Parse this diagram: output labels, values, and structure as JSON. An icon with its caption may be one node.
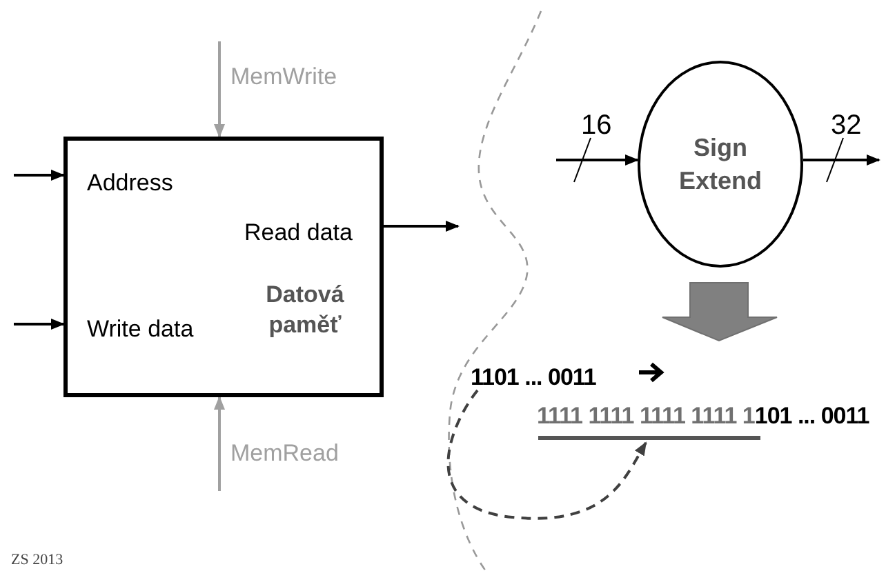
{
  "diagram": {
    "nodes": [
      {
        "text": [
          "Address",
          "Read data",
          "Write data",
          "Datová paměť"
        ]
      },
      {
        "text": [
          "Sign Extend"
        ]
      },
      {
        "text": [
          "1101 ... 0011"
        ]
      },
      {
        "text": [
          "1111 1111 1111 1111 1",
          "101 ... 0011"
        ]
      }
    ],
    "edges": [
      {
        "from": null,
        "to": 0,
        "arrow": "to"
      },
      {
        "from": null,
        "to": 0,
        "arrow": "to"
      },
      {
        "from": 0,
        "to": null,
        "arrow": "to"
      },
      {
        "from": null,
        "to": 0,
        "arrow": "to",
        "label": "MemWrite",
        "color": "#a0a0a0"
      },
      {
        "from": null,
        "to": 0,
        "arrow": "to",
        "label": "MemRead",
        "color": "#a0a0a0"
      },
      {
        "from": null,
        "to": 1,
        "arrow": "to",
        "label": "16"
      },
      {
        "from": 1,
        "to": null,
        "arrow": "to",
        "label": "32"
      },
      {
        "from": 2,
        "to": 3,
        "arrow": "to",
        "style": "dashed",
        "color": "#404040"
      }
    ],
    "labels": [
      "ZS 2013"
    ]
  }
}
